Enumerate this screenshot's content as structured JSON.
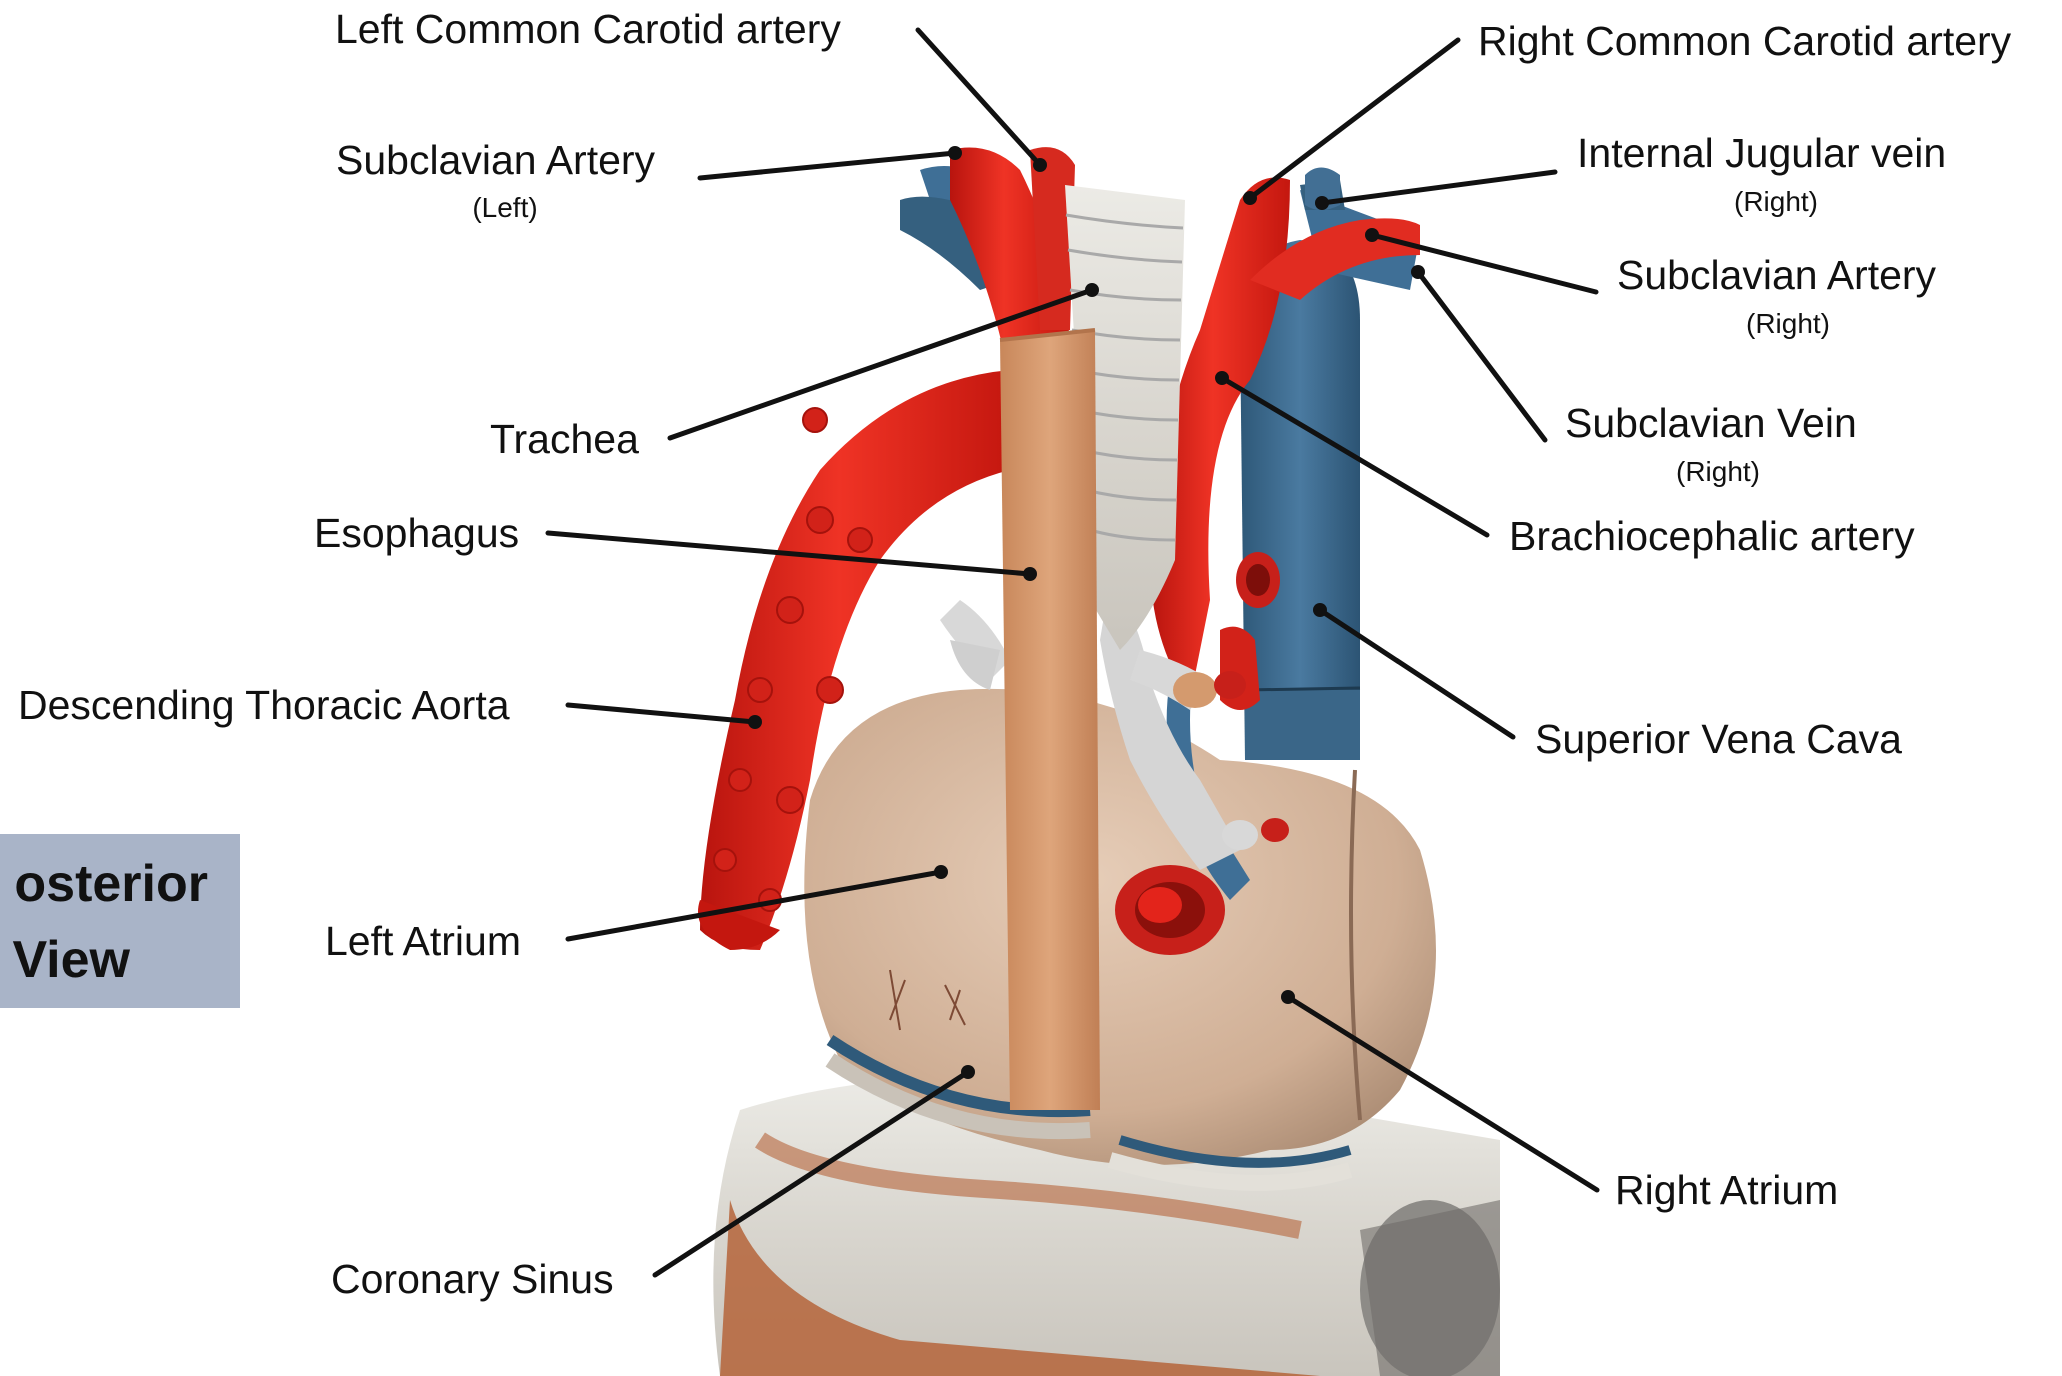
{
  "view_badge": {
    "line1": "osterior",
    "line2": "View"
  },
  "labels": {
    "left_common_carotid": "Left Common Carotid artery",
    "right_common_carotid": "Right Common Carotid artery",
    "subclavian_left": {
      "name": "Subclavian Artery",
      "side": "(Left)"
    },
    "internal_jugular": {
      "name": "Internal Jugular vein",
      "side": "(Right)"
    },
    "subclavian_right": {
      "name": "Subclavian Artery",
      "side": "(Right)"
    },
    "subclavian_vein": {
      "name": "Subclavian Vein",
      "side": "(Right)"
    },
    "trachea": "Trachea",
    "esophagus": "Esophagus",
    "brachiocephalic": "Brachiocephalic artery",
    "descending_aorta": "Descending Thoracic Aorta",
    "superior_vena_cava": "Superior Vena Cava",
    "left_atrium": "Left Atrium",
    "right_atrium": "Right Atrium",
    "coronary_sinus": "Coronary Sinus"
  },
  "colors": {
    "artery": "#e3241b",
    "vein": "#3f6f96",
    "heart": "#d6b9a1",
    "trachea": "#dcdcdc",
    "esophagus": "#d49a6e",
    "badge": "#a9b4c8",
    "leader": "#111111"
  }
}
